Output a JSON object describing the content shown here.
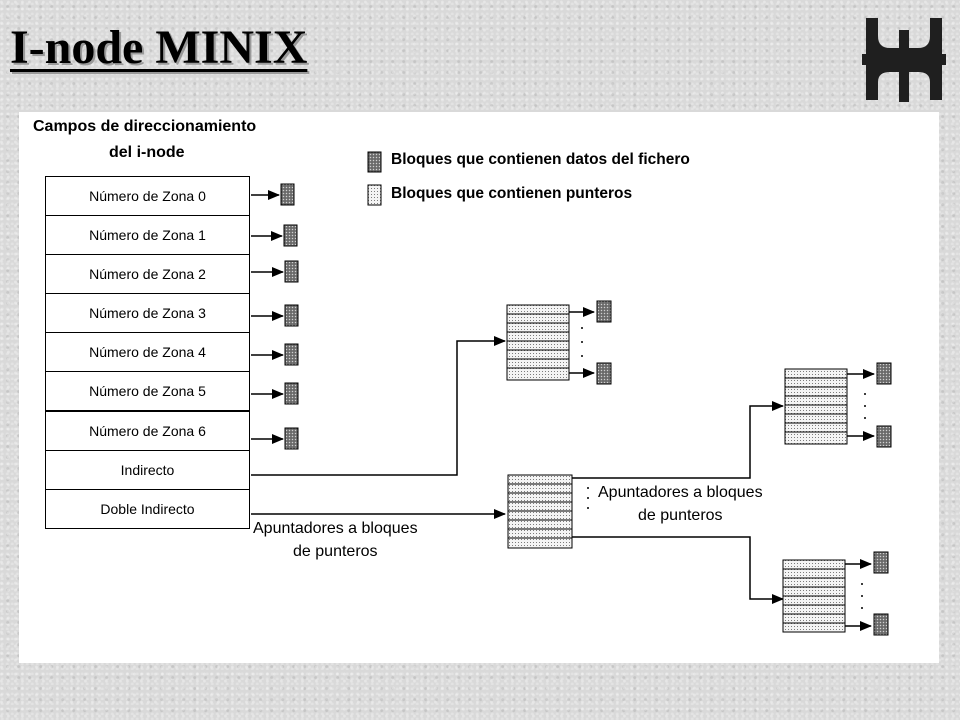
{
  "title": "I-node MINIX",
  "logo": {
    "icon": "utn-logo-icon",
    "color": "#1f1f1f"
  },
  "diagram": {
    "heading_line1": "Campos de direccionamiento",
    "heading_line2": "del i-node",
    "legend": {
      "data_blocks": "Bloques que contienen datos del fichero",
      "pointer_blocks": "Bloques que contienen punteros"
    },
    "inode_fields": [
      "Número de Zona 0",
      "Número de Zona 1",
      "Número de Zona 2",
      "Número de Zona 3",
      "Número de Zona 4",
      "Número de Zona 5",
      "Número de Zona 6",
      "Indirecto",
      "Doble Indirecto"
    ],
    "label_pointers_1_line1": "Apuntadores a bloques",
    "label_pointers_1_line2": "de punteros",
    "label_pointers_2_line1": "Apuntadores a bloques",
    "label_pointers_2_line2": "de punteros",
    "colors": {
      "data_block": "#7a7a7a",
      "pointer_block": "#efefef",
      "line": "#000000"
    }
  }
}
